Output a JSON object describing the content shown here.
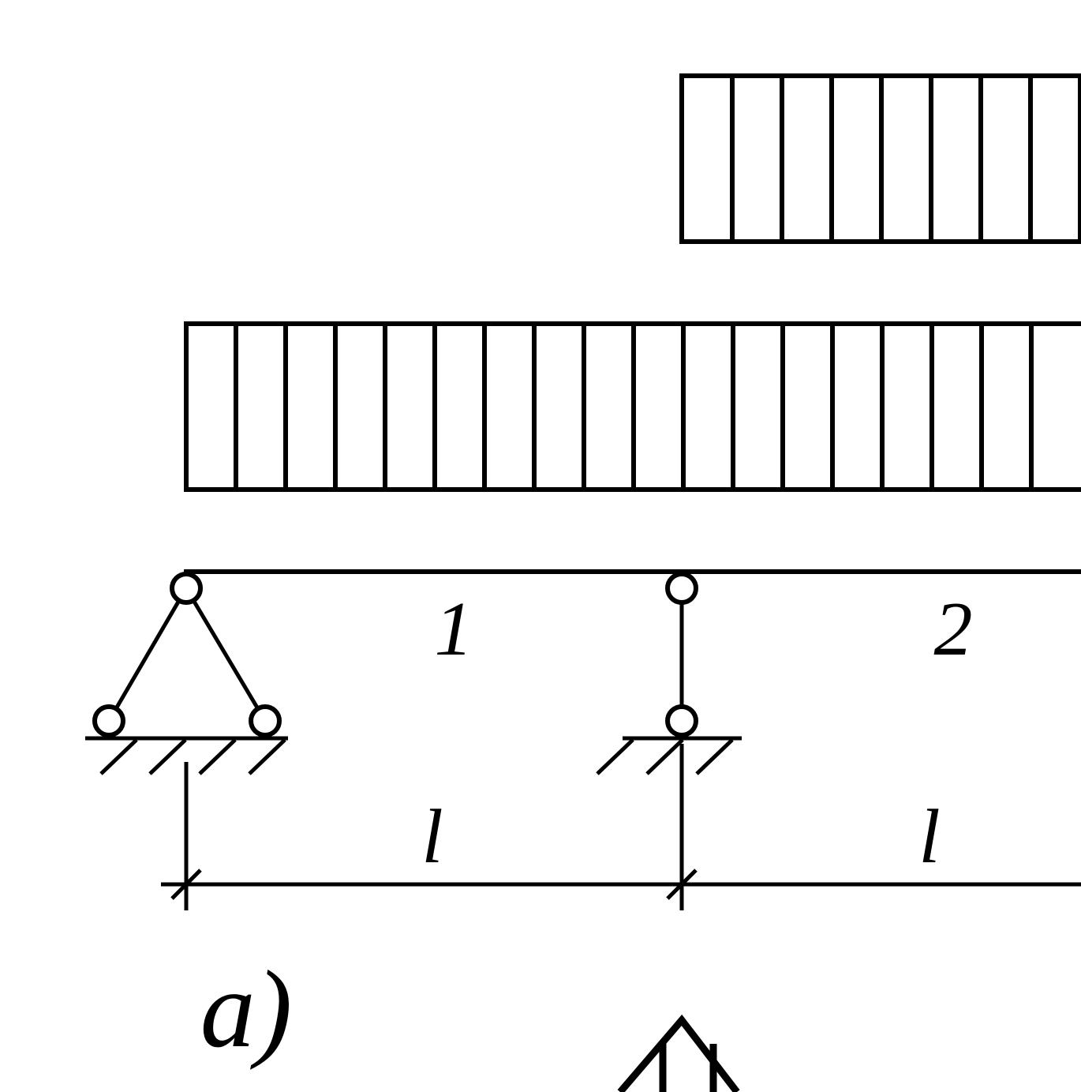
{
  "labels": {
    "span_1": "1",
    "span_2": "2",
    "length_1": "l",
    "length_2": "l",
    "figure": "a)"
  },
  "colors": {
    "line": "#000000",
    "background": "#ffffff"
  }
}
